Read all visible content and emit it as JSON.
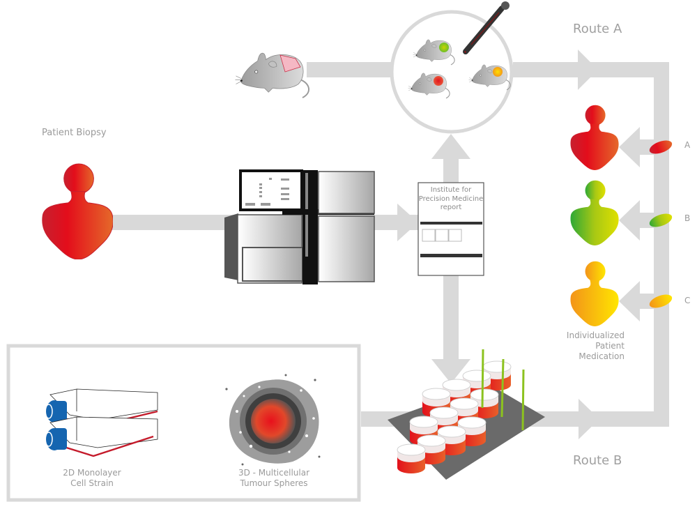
{
  "diagram": {
    "title": "Precision medicine workflow",
    "patient_biopsy_label": "Patient Biopsy",
    "route_a_label": "Route A",
    "route_b_label": "Route B",
    "report_label": "Institute for Precision Medicine report",
    "report_lines": [
      "Institute for",
      "Precision Medicine",
      "report"
    ],
    "medication_label_lines": [
      "Individualized",
      "Patient",
      "Medication"
    ],
    "options": [
      {
        "letter": "A",
        "color_from": "#d4162a",
        "color_to": "#e56a25"
      },
      {
        "letter": "B",
        "color_from": "#2ea836",
        "color_to": "#dde000"
      },
      {
        "letter": "C",
        "color_from": "#f59b1a",
        "color_to": "#ffe500"
      }
    ],
    "culture_models": [
      {
        "label_lines": [
          "2D Monolayer",
          "Cell Strain"
        ]
      },
      {
        "label_lines": [
          "3D - Multicellular",
          "Tumour Spheres"
        ]
      }
    ],
    "colors": {
      "arrow_gray": "#d9d9d9",
      "text_gray": "#9a9a9a",
      "patient_red": "#e2101e",
      "flask_cap_blue": "#1565b0",
      "needle_green": "#8cc21f",
      "well_red": "#e2231a"
    }
  }
}
